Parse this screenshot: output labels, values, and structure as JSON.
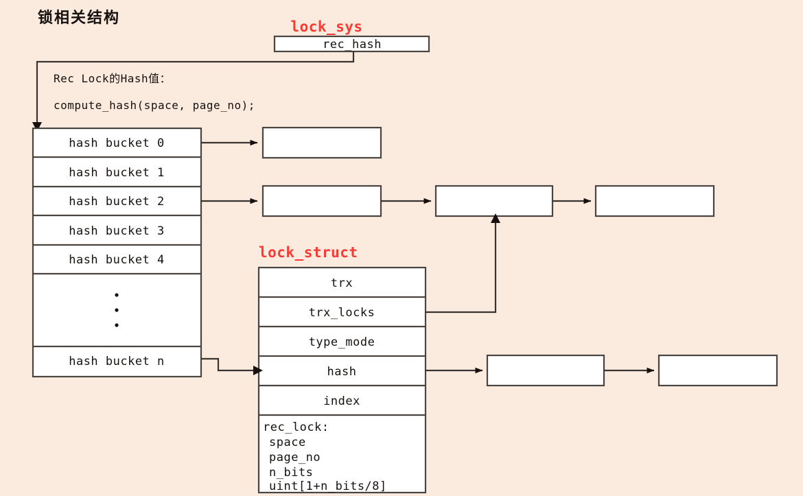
{
  "title": "锁相关结构",
  "labels": {
    "lock_sys": "lock_sys",
    "lock_struct": "lock_struct"
  },
  "lock_sys": {
    "field": "rec_hash"
  },
  "notes": {
    "line1": "Rec Lock的Hash值：",
    "line2": "compute_hash(space, page_no);"
  },
  "hash_table": {
    "buckets": [
      {
        "label": "hash bucket 0"
      },
      {
        "label": "hash bucket 1"
      },
      {
        "label": "hash bucket 2"
      },
      {
        "label": "hash bucket 3"
      },
      {
        "label": "hash bucket 4"
      },
      {
        "label": ""
      },
      {
        "label": "hash bucket n"
      }
    ],
    "ellipsis": "."
  },
  "lock_struct": {
    "fields": [
      {
        "name": "trx"
      },
      {
        "name": "trx_locks"
      },
      {
        "name": "type_mode"
      },
      {
        "name": "hash"
      },
      {
        "name": "index"
      }
    ],
    "rec_lock": {
      "header": "rec_lock:",
      "members": [
        "space",
        "page_no",
        "n_bits",
        "uint[1+n_bits/8]"
      ]
    }
  },
  "chain_boxes": {
    "bucket0_chain": [
      {
        "label": ""
      }
    ],
    "bucket2_chain": [
      {
        "label": ""
      },
      {
        "label": ""
      },
      {
        "label": ""
      }
    ],
    "hash_chain": [
      {
        "label": ""
      },
      {
        "label": ""
      }
    ]
  },
  "colors": {
    "background": "#fbeade",
    "box_fill": "#ffffff",
    "box_stroke": "#4a4440",
    "accent_red": "#fb3a34",
    "text": "#16110e"
  }
}
